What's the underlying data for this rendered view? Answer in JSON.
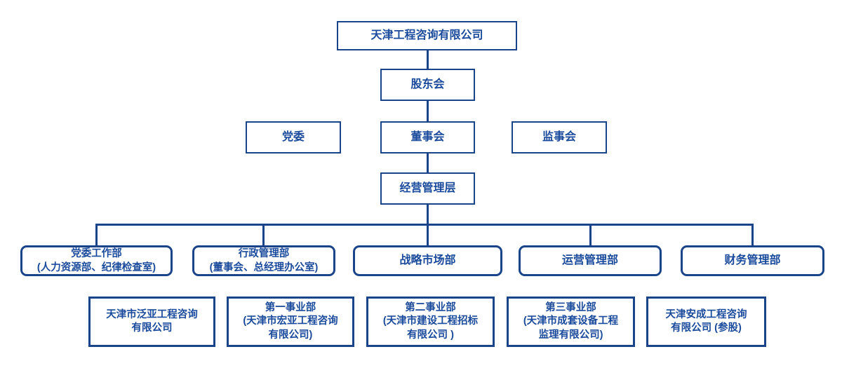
{
  "colors": {
    "background": "#ffffff",
    "box_border": "#1a4489",
    "line": "#1a4489",
    "text": "#1a4a9b"
  },
  "org_chart": {
    "root": {
      "label": "天津工程咨询有限公司"
    },
    "governance": {
      "shareholders": {
        "label": "股东会"
      },
      "party_committee": {
        "label": "党委"
      },
      "board": {
        "label": "董事会"
      },
      "supervisory_board": {
        "label": "监事会"
      },
      "management": {
        "label": "经营管理层"
      }
    },
    "departments": [
      {
        "label": "党委工作部\n(人力资源部、纪律检查室)"
      },
      {
        "label": "行政管理部\n(董事会、总经理办公室)"
      },
      {
        "label": "战略市场部"
      },
      {
        "label": "运营管理部"
      },
      {
        "label": "财务管理部"
      }
    ],
    "subsidiaries": [
      {
        "label": "天津市泛亚工程咨询\n有限公司"
      },
      {
        "label": "第一事业部\n(天津市宏亚工程咨询\n有限公司)"
      },
      {
        "label": "第二事业部\n(天津市建设工程招标\n有限公司 )"
      },
      {
        "label": "第三事业部\n(天津市成套设备工程\n监理有限公司)"
      },
      {
        "label": "天津安成工程咨询\n有限公司 (参股)"
      }
    ]
  }
}
